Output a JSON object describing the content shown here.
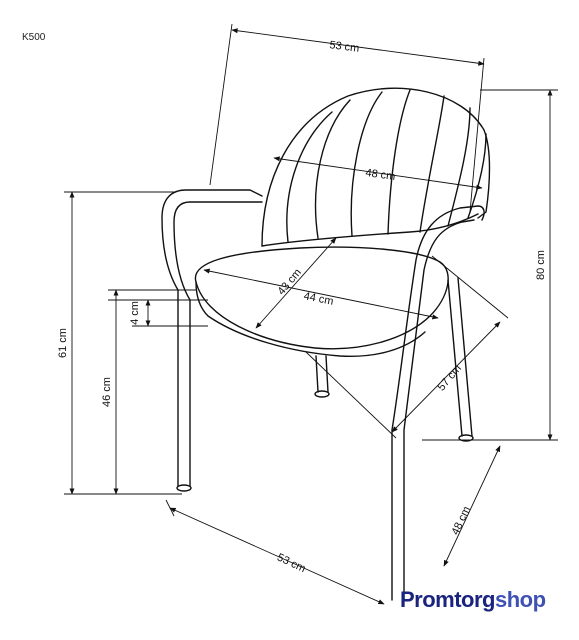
{
  "model_code": "K500",
  "brand": {
    "part1": "Promtorg",
    "part2": "shop"
  },
  "dimensions": {
    "top_width": "53 cm",
    "back_width": "48 cm",
    "total_height": "80 cm",
    "seat_depth": "43 cm",
    "seat_width": "44 cm",
    "cushion": "4 cm",
    "armrest_height": "61 cm",
    "seat_height": "46 cm",
    "diagonal_depth": "57 cm",
    "bottom_width": "53 cm",
    "bottom_depth": "48 cm"
  },
  "colors": {
    "line": "#111111",
    "brand_dark": "#1a237e",
    "brand_light": "#3f51b5"
  }
}
